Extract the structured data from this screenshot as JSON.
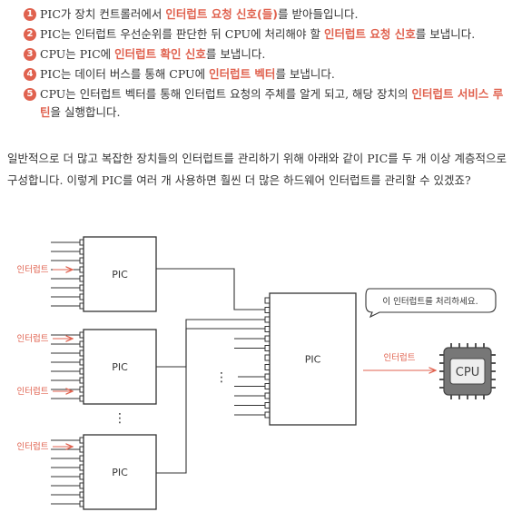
{
  "steps": [
    {
      "num": "1",
      "parts": [
        {
          "t": "PIC가 장치 컨트롤러에서 "
        },
        {
          "t": "인터럽트 요청 신호(들)",
          "hl": true
        },
        {
          "t": "를 받아들입니다."
        }
      ]
    },
    {
      "num": "2",
      "parts": [
        {
          "t": "PIC는 인터럽트 우선순위를 판단한 뒤 CPU에 처리해야 할 "
        },
        {
          "t": "인터럽트 요청 신호",
          "hl": true
        },
        {
          "t": "를 보냅니다."
        }
      ]
    },
    {
      "num": "3",
      "parts": [
        {
          "t": "CPU는 PIC에 "
        },
        {
          "t": "인터럽트 확인 신호",
          "hl": true
        },
        {
          "t": "를 보냅니다."
        }
      ]
    },
    {
      "num": "4",
      "parts": [
        {
          "t": "PIC는 데이터 버스를 통해 CPU에 "
        },
        {
          "t": "인터럽트 벡터",
          "hl": true
        },
        {
          "t": "를 보냅니다."
        }
      ]
    },
    {
      "num": "5",
      "parts": [
        {
          "t": "CPU는 인터럽트 벡터를 통해 인터럽트 요청의 주체를 알게 되고, 해당 장치의 "
        },
        {
          "t": "인터럽트 서비스 루틴",
          "hl": true
        },
        {
          "t": "을 실행합니다."
        }
      ]
    }
  ],
  "paragraph": "일반적으로 더 많고 복잡한 장치들의 인터럽트를 관리하기 위해 아래와 같이 PIC를 두 개 이상 계층적으로 구성합니다. 이렇게 PIC를 여러 개 사용하면 훨씬 더 많은 하드웨어 인터럽트를 관리할 수 있겠죠?",
  "diagram": {
    "pic_label": "PIC",
    "master_label": "PIC",
    "interrupt_label": "인터럽트",
    "speech": "이 인터럽트를 처리하세요.",
    "cpu_label": "CPU",
    "ellipsis": "⋮",
    "colors": {
      "accent": "#e0624f",
      "line": "#333333",
      "cpu": "#666666"
    }
  }
}
